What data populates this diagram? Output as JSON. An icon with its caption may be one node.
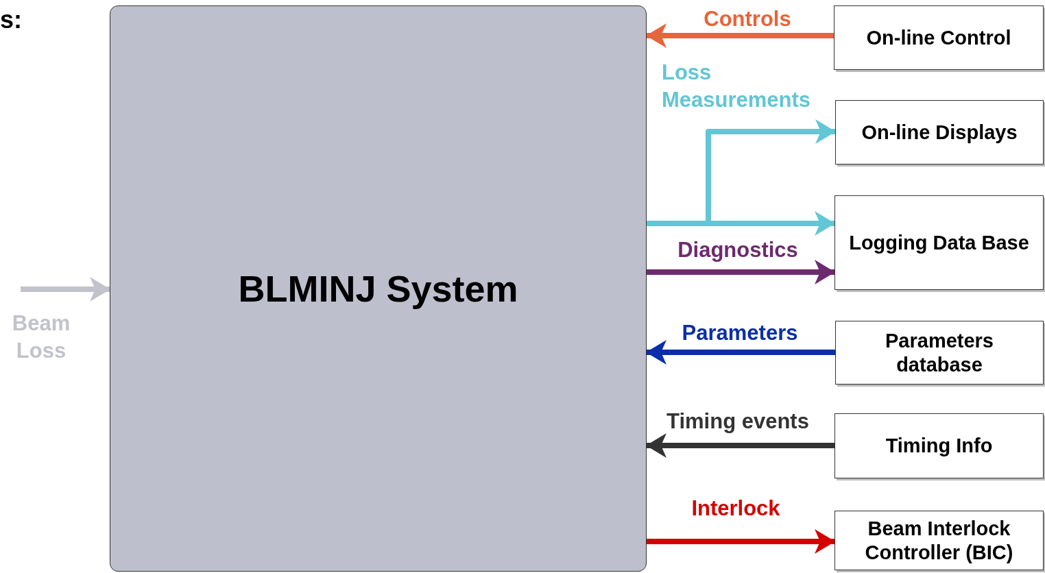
{
  "diagram": {
    "nodes": [
      {
        "text": [
          "BLMINJ System"
        ]
      },
      {
        "text": [
          "On-line Control"
        ]
      },
      {
        "text": [
          "On-line Displays"
        ]
      },
      {
        "text": [
          "Logging Data Base"
        ]
      },
      {
        "text": [
          "Parameters database"
        ]
      },
      {
        "text": [
          "Timing Info"
        ]
      },
      {
        "text": [
          "Beam Interlock Controller (BIC)"
        ]
      }
    ],
    "edges": [
      {
        "from": 1,
        "to": 0,
        "arrow": "to",
        "label": "Controls",
        "color": "#e8643a"
      },
      {
        "from": 0,
        "to": 2,
        "arrow": "to",
        "label": "Loss Measurements",
        "color": "#62c6d4"
      },
      {
        "from": 0,
        "to": 3,
        "arrow": "to",
        "color": "#62c6d4"
      },
      {
        "from": 0,
        "to": 3,
        "arrow": "to",
        "label": "Diagnostics",
        "color": "#6e2a6e"
      },
      {
        "from": 4,
        "to": 0,
        "arrow": "to",
        "label": "Parameters",
        "color": "#0b2fa6"
      },
      {
        "from": 5,
        "to": 0,
        "arrow": "to",
        "label": "Timing events",
        "color": "#333333"
      },
      {
        "from": 0,
        "to": 6,
        "arrow": "to",
        "label": "Interlock",
        "color": "#d40000"
      },
      {
        "from": null,
        "to": 0,
        "arrow": "to",
        "label": "Beam Loss",
        "color": "#c2c2cc"
      }
    ],
    "labels": [
      "s:"
    ]
  }
}
